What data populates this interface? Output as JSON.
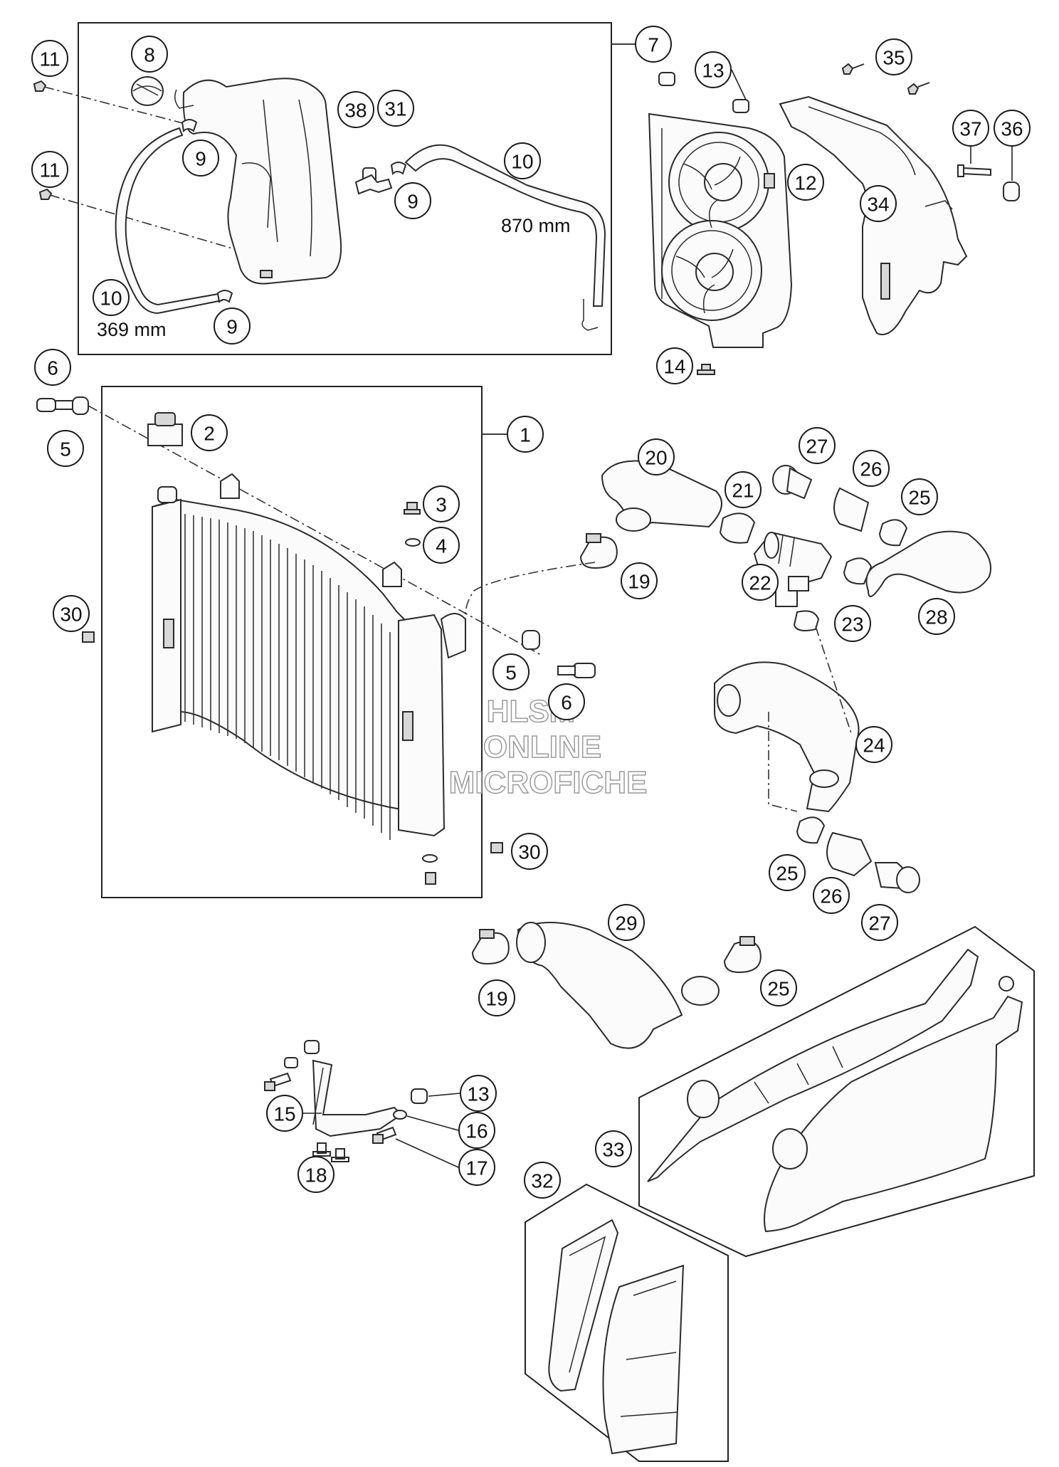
{
  "callouts": [
    {
      "id": "c11a",
      "text": "11"
    },
    {
      "id": "c8",
      "text": "8"
    },
    {
      "id": "c9a",
      "text": "9"
    },
    {
      "id": "c38",
      "text": "38"
    },
    {
      "id": "c31",
      "text": "31"
    },
    {
      "id": "c10a",
      "text": "10"
    },
    {
      "id": "c9b",
      "text": "9"
    },
    {
      "id": "c11b",
      "text": "11"
    },
    {
      "id": "c10b",
      "text": "10"
    },
    {
      "id": "c9c",
      "text": "9"
    },
    {
      "id": "c7",
      "text": "7"
    },
    {
      "id": "c13a",
      "text": "13"
    },
    {
      "id": "c35",
      "text": "35"
    },
    {
      "id": "c37",
      "text": "37"
    },
    {
      "id": "c36",
      "text": "36"
    },
    {
      "id": "c12",
      "text": "12"
    },
    {
      "id": "c34",
      "text": "34"
    },
    {
      "id": "c14",
      "text": "14"
    },
    {
      "id": "c6a",
      "text": "6"
    },
    {
      "id": "c5a",
      "text": "5"
    },
    {
      "id": "c2",
      "text": "2"
    },
    {
      "id": "c1",
      "text": "1"
    },
    {
      "id": "c3",
      "text": "3"
    },
    {
      "id": "c4",
      "text": "4"
    },
    {
      "id": "c30a",
      "text": "30"
    },
    {
      "id": "c19a",
      "text": "19"
    },
    {
      "id": "c5b",
      "text": "5"
    },
    {
      "id": "c6b",
      "text": "6"
    },
    {
      "id": "c30b",
      "text": "30"
    },
    {
      "id": "c20",
      "text": "20"
    },
    {
      "id": "c27a",
      "text": "27"
    },
    {
      "id": "c26a",
      "text": "26"
    },
    {
      "id": "c21",
      "text": "21"
    },
    {
      "id": "c25a",
      "text": "25"
    },
    {
      "id": "c22",
      "text": "22"
    },
    {
      "id": "c23",
      "text": "23"
    },
    {
      "id": "c28",
      "text": "28"
    },
    {
      "id": "c24",
      "text": "24"
    },
    {
      "id": "c25b",
      "text": "25"
    },
    {
      "id": "c26b",
      "text": "26"
    },
    {
      "id": "c27b",
      "text": "27"
    },
    {
      "id": "c29",
      "text": "29"
    },
    {
      "id": "c19b",
      "text": "19"
    },
    {
      "id": "c25c",
      "text": "25"
    },
    {
      "id": "c13b",
      "text": "13"
    },
    {
      "id": "c15",
      "text": "15"
    },
    {
      "id": "c16",
      "text": "16"
    },
    {
      "id": "c17",
      "text": "17"
    },
    {
      "id": "c18",
      "text": "18"
    },
    {
      "id": "c33",
      "text": "33"
    },
    {
      "id": "c32",
      "text": "32"
    }
  ],
  "dimensions": {
    "hose_long": "870 mm",
    "hose_short": "369 mm"
  },
  "watermark": {
    "line1": "HLSM",
    "line2": "ONLINE",
    "line3": "MICROFICHE"
  }
}
